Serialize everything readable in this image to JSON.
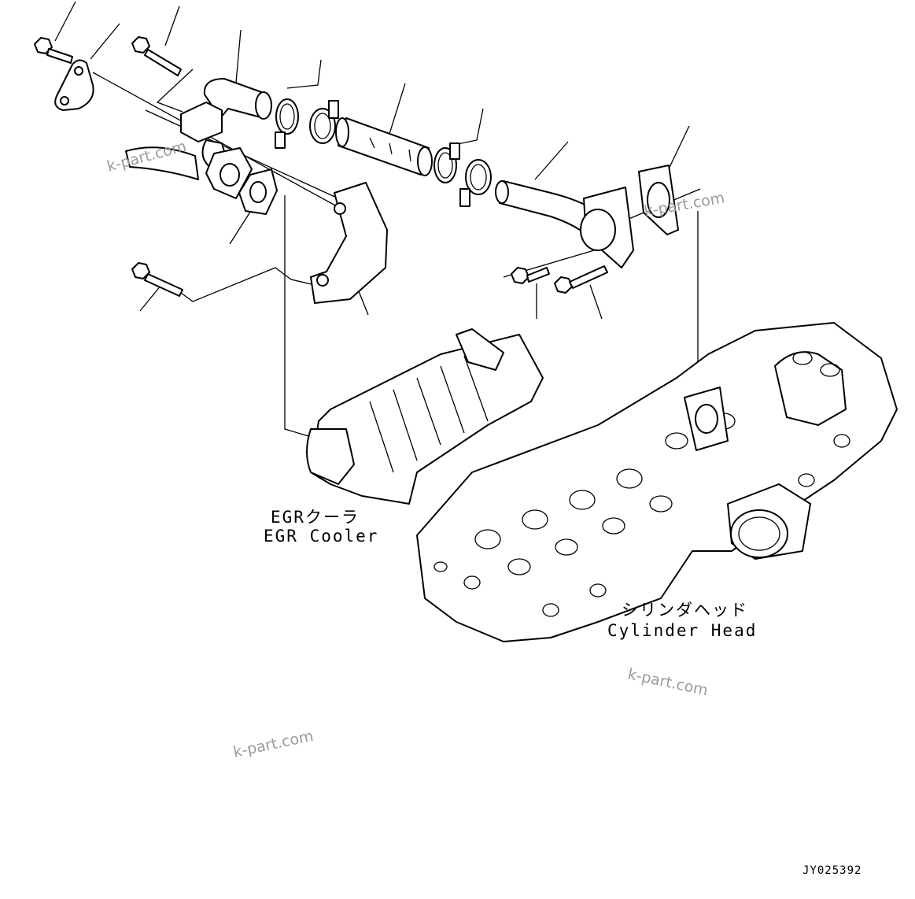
{
  "labels": {
    "egr_cooler_jp": "EGRクーラ",
    "egr_cooler_en": "EGR Cooler",
    "cylinder_head_jp": "シリンダヘッド",
    "cylinder_head_en": "Cylinder Head"
  },
  "watermarks": [
    "k-part.com",
    "k-part.com",
    "k-part.com",
    "k-part.com"
  ],
  "drawing_code": "JY025392",
  "colors": {
    "line": "#000000",
    "watermark": "#9a9a9a",
    "background": "#ffffff"
  }
}
